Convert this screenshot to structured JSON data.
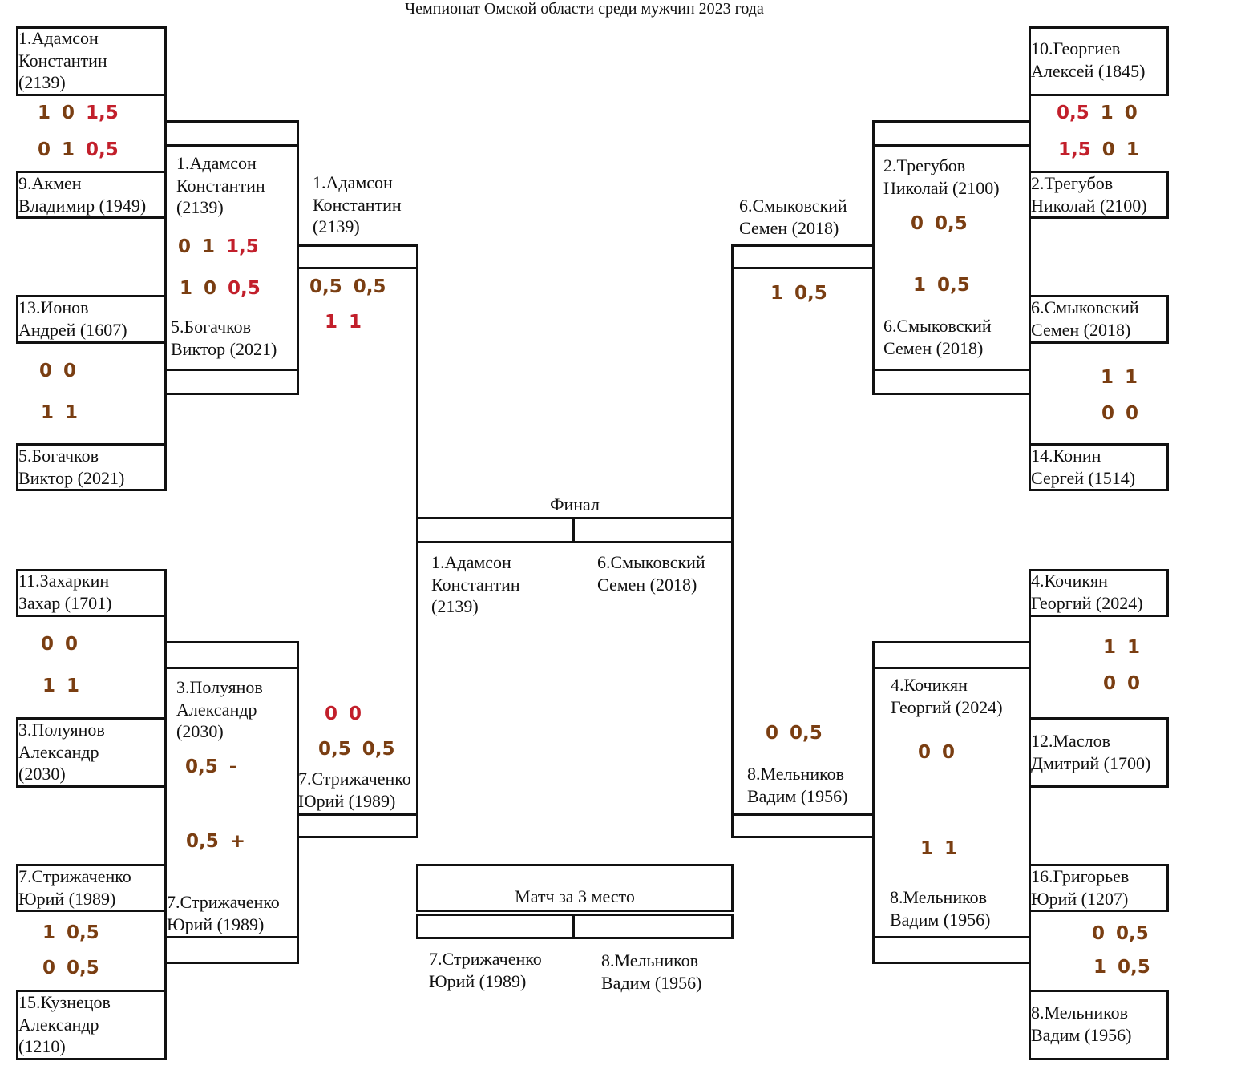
{
  "title": "Чемпионат Омской области среди мужчин 2023 года",
  "colors": {
    "regular": "#7a3e12",
    "highlight": "#c21f2b"
  },
  "labels": {
    "final": "Финал",
    "third_place": "Матч за 3 место"
  },
  "round1": {
    "left": [
      "1.Адамсон\nКонстантин\n(2139)",
      "9.Акмен\nВладимир (1949)",
      "13.Ионов\nАндрей (1607)",
      "5.Богачков\nВиктор (2021)",
      "11.Захаркин\nЗахар (1701)",
      "3.Полуянов\nАлександр\n(2030)",
      "7.Стрижаченко\nЮрий (1989)",
      "15.Кузнецов\nАлександр\n(1210)"
    ],
    "right": [
      "10.Георгиев\nАлексей (1845)",
      "2.Трегубов\nНиколай (2100)",
      "6.Смыковский\nСемен (2018)",
      "14.Конин\nСергей (1514)",
      "4.Кочикян\nГеоргий (2024)",
      "12.Маслов\nДмитрий (1700)",
      "16.Григорьев\nЮрий (1207)",
      "8.Мельников\nВадим (1956)"
    ]
  },
  "round2": {
    "left": [
      "1.Адамсон\nКонстантин\n(2139)",
      "5.Богачков\nВиктор (2021)",
      "3.Полуянов\nАлександр\n(2030)",
      "7.Стрижаченко\nЮрий (1989)"
    ],
    "right": [
      "2.Трегубов\nНиколай (2100)",
      "6.Смыковский\nСемен (2018)",
      "4.Кочикян\nГеоргий (2024)",
      "8.Мельников\nВадим (1956)"
    ]
  },
  "semifinal": {
    "left": [
      "1.Адамсон\nКонстантин\n(2139)",
      "7.Стрижаченко\nЮрий (1989)"
    ],
    "right": [
      "6.Смыковский\nСемен (2018)",
      "8.Мельников\nВадим (1956)"
    ]
  },
  "final": [
    "1.Адамсон\nКонстантин\n(2139)",
    "6.Смыковский\nСемен (2018)"
  ],
  "third_place": [
    "7.Стрижаченко\nЮрий (1989)",
    "8.Мельников\nВадим (1956)"
  ],
  "scores": {
    "l1a": [
      [
        "1",
        "r"
      ],
      [
        "0",
        "r"
      ],
      [
        "1,5",
        "h"
      ]
    ],
    "l1b": [
      [
        "0",
        "r"
      ],
      [
        "1",
        "r"
      ],
      [
        "0,5",
        "h"
      ]
    ],
    "l2a": [
      [
        "0",
        "r"
      ],
      [
        "1",
        "r"
      ],
      [
        "1,5",
        "h"
      ]
    ],
    "l2b": [
      [
        "1",
        "r"
      ],
      [
        "0",
        "r"
      ],
      [
        "0,5",
        "h"
      ]
    ],
    "l3a": [
      [
        "0,5",
        "r"
      ],
      [
        "0,5",
        "r"
      ]
    ],
    "l3b": [
      [
        "1",
        "h"
      ],
      [
        "1",
        "h"
      ]
    ],
    "l4a": [
      [
        "0",
        "r"
      ],
      [
        "0",
        "r"
      ]
    ],
    "l4b": [
      [
        "1",
        "r"
      ],
      [
        "1",
        "r"
      ]
    ],
    "l5a": [
      [
        "0",
        "r"
      ],
      [
        "0",
        "r"
      ]
    ],
    "l5b": [
      [
        "1",
        "r"
      ],
      [
        "1",
        "r"
      ]
    ],
    "l6a": [
      [
        "0,5",
        "r"
      ],
      [
        "-",
        "r"
      ]
    ],
    "l6b": [
      [
        "0,5",
        "r"
      ],
      [
        "+",
        "r"
      ]
    ],
    "l7a": [
      [
        "0",
        "h"
      ],
      [
        "0",
        "h"
      ]
    ],
    "l7b": [
      [
        "0,5",
        "r"
      ],
      [
        "0,5",
        "r"
      ]
    ],
    "l8a": [
      [
        "1",
        "r"
      ],
      [
        "0,5",
        "r"
      ]
    ],
    "l8b": [
      [
        "0",
        "r"
      ],
      [
        "0,5",
        "r"
      ]
    ],
    "r1a": [
      [
        "0,5",
        "h"
      ],
      [
        "1",
        "r"
      ],
      [
        "0",
        "r"
      ]
    ],
    "r1b": [
      [
        "1,5",
        "h"
      ],
      [
        "0",
        "r"
      ],
      [
        "1",
        "r"
      ]
    ],
    "r2a": [
      [
        "0",
        "r"
      ],
      [
        "0,5",
        "r"
      ]
    ],
    "r2b": [
      [
        "1",
        "r"
      ],
      [
        "0,5",
        "r"
      ]
    ],
    "r3a": [
      [
        "1",
        "r"
      ],
      [
        "0,5",
        "r"
      ]
    ],
    "r4a": [
      [
        "1",
        "r"
      ],
      [
        "1",
        "r"
      ]
    ],
    "r4b": [
      [
        "0",
        "r"
      ],
      [
        "0",
        "r"
      ]
    ],
    "r5a": [
      [
        "1",
        "r"
      ],
      [
        "1",
        "r"
      ]
    ],
    "r5b": [
      [
        "0",
        "r"
      ],
      [
        "0",
        "r"
      ]
    ],
    "r6a": [
      [
        "0",
        "r"
      ],
      [
        "0",
        "r"
      ]
    ],
    "r6b": [
      [
        "1",
        "r"
      ],
      [
        "1",
        "r"
      ]
    ],
    "r7a": [
      [
        "0",
        "r"
      ],
      [
        "0,5",
        "r"
      ]
    ],
    "r8a": [
      [
        "0",
        "r"
      ],
      [
        "0,5",
        "r"
      ]
    ],
    "r8b": [
      [
        "1",
        "r"
      ],
      [
        "0,5",
        "r"
      ]
    ]
  }
}
